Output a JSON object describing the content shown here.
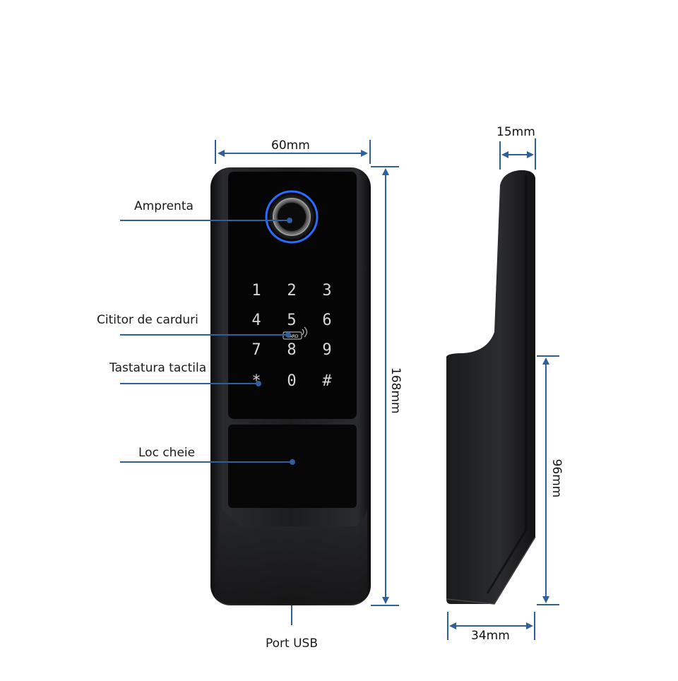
{
  "labels": {
    "fingerprint": "Amprenta",
    "card_reader": "Cititor de carduri",
    "keypad": "Tastatura tactila",
    "key_slot": "Loc cheie",
    "usb_port": "Port USB"
  },
  "dimensions": {
    "width": "60mm",
    "height": "168mm",
    "depth_top": "15mm",
    "lower_height": "96mm",
    "depth_bottom": "34mm"
  },
  "keypad": {
    "keys": [
      "1",
      "2",
      "3",
      "4",
      "5",
      "6",
      "7",
      "8",
      "9",
      "*",
      "0",
      "#"
    ],
    "card_badge": "CARD"
  },
  "colors": {
    "dimension_line": "#2e5f9e",
    "ring_accent": "#2a6cff",
    "body": "#1b1c1e",
    "panel": "#060606"
  }
}
